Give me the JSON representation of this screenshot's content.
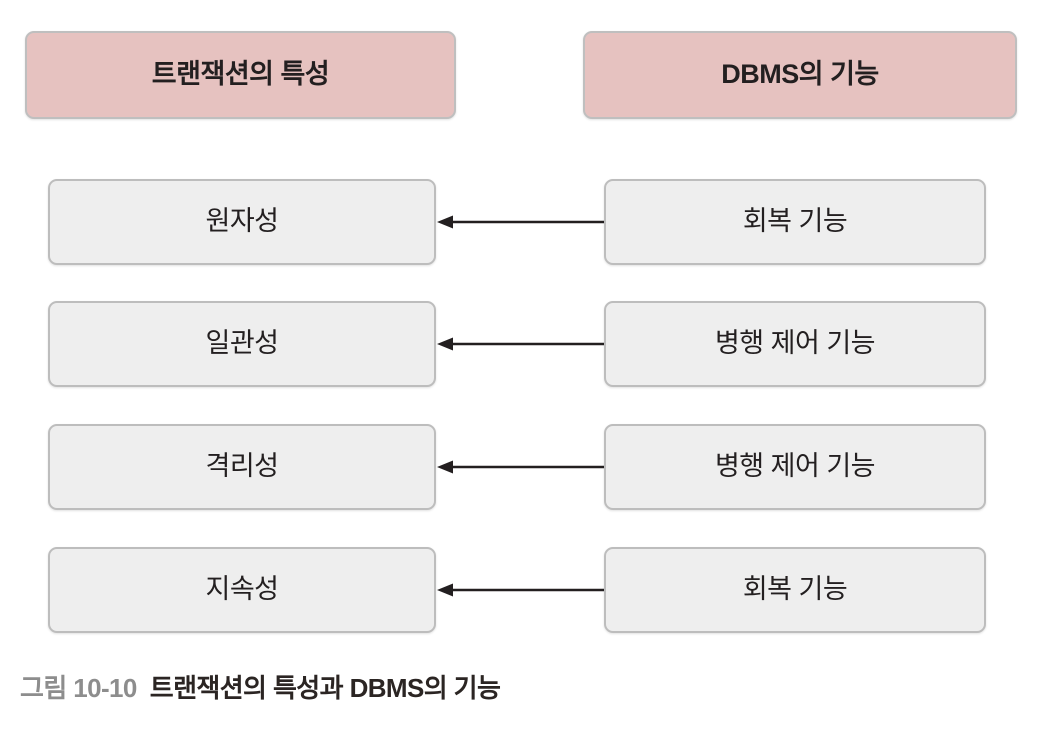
{
  "figure": {
    "caption_label": "그림 10-10",
    "caption_title": "트랜잭션의 특성과 DBMS의 기능"
  },
  "columns": {
    "left": {
      "header": "트랜잭션의 특성",
      "items": [
        {
          "label": "원자성"
        },
        {
          "label": "일관성"
        },
        {
          "label": "격리성"
        },
        {
          "label": "지속성"
        }
      ]
    },
    "right": {
      "header": "DBMS의 기능",
      "items": [
        {
          "label": "회복 기능"
        },
        {
          "label": "병행 제어 기능"
        },
        {
          "label": "병행 제어 기능"
        },
        {
          "label": "회복 기능"
        }
      ]
    }
  },
  "connections": [
    {
      "from": "회복 기능",
      "to": "원자성",
      "direction": "right-to-left"
    },
    {
      "from": "병행 제어 기능",
      "to": "일관성",
      "direction": "right-to-left"
    },
    {
      "from": "병행 제어 기능",
      "to": "격리성",
      "direction": "right-to-left"
    },
    {
      "from": "회복 기능",
      "to": "지속성",
      "direction": "right-to-left"
    }
  ],
  "colors": {
    "header_fill": "#e6c2c0",
    "item_fill": "#eeeeee",
    "border": "#bdbdbd",
    "text": "#231f20",
    "caption_label": "#8d8d8d",
    "caption_title": "#2b2523",
    "arrow": "#231f20"
  }
}
